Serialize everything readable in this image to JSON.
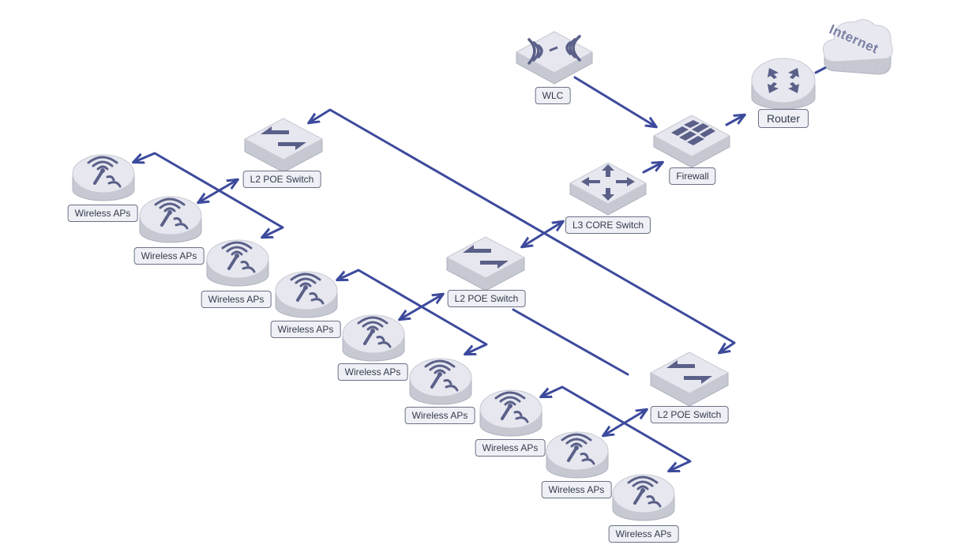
{
  "colors": {
    "link": "#3c4a9c",
    "device_top": "#e6e7ef",
    "device_side": "#c6c8d2",
    "device_dark": "#a9acb8",
    "icon": "#5a6088",
    "label_bg": "#eef0f6",
    "label_border": "#6b7084"
  },
  "devices": {
    "internet": {
      "label": "Internet",
      "icon": "cloud-icon"
    },
    "router": {
      "label": "Router",
      "icon": "router-arrows-icon"
    },
    "wlc": {
      "label": "WLC",
      "icon": "wireless-controller-icon"
    },
    "firewall": {
      "label": "Firewall",
      "icon": "firewall-brick-icon"
    },
    "l3_core": {
      "label": "L3 CORE Switch",
      "icon": "four-way-arrows-icon"
    },
    "l2_switches": [
      {
        "label": "L2 POE Switch",
        "icon": "switch-arrows-icon"
      },
      {
        "label": "L2 POE Switch",
        "icon": "switch-arrows-icon"
      },
      {
        "label": "L2 POE Switch",
        "icon": "switch-arrows-icon"
      }
    ],
    "access_points": [
      {
        "label": "Wireless APs",
        "icon": "wireless-ap-icon"
      },
      {
        "label": "Wireless APs",
        "icon": "wireless-ap-icon"
      },
      {
        "label": "Wireless APs",
        "icon": "wireless-ap-icon"
      },
      {
        "label": "Wireless APs",
        "icon": "wireless-ap-icon"
      },
      {
        "label": "Wireless APs",
        "icon": "wireless-ap-icon"
      },
      {
        "label": "Wireless APs",
        "icon": "wireless-ap-icon"
      },
      {
        "label": "Wireless APs",
        "icon": "wireless-ap-icon"
      },
      {
        "label": "Wireless APs",
        "icon": "wireless-ap-icon"
      },
      {
        "label": "Wireless APs",
        "icon": "wireless-ap-icon"
      }
    ]
  }
}
